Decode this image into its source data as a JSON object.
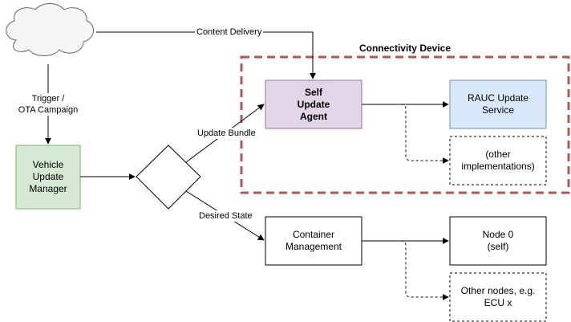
{
  "nodes": {
    "cloud": {
      "label": ""
    },
    "vehicle_update_manager": {
      "label": "Vehicle\nUpdate\nManager",
      "fill": "#d5e8d4",
      "stroke": "#82b366"
    },
    "decision": {
      "label": ""
    },
    "self_update_agent": {
      "label": "Self\nUpdate\nAgent",
      "fill": "#e1d5e7",
      "stroke": "#9673a6"
    },
    "rauc_update_service": {
      "label": "RAUC Update\nService",
      "fill": "#dae8fc",
      "stroke": "#6c8ebf"
    },
    "other_implementations": {
      "label": "(other\nimplementations)"
    },
    "container_management": {
      "label": "Container\nManagement"
    },
    "node0": {
      "label": "Node 0\n(self)"
    },
    "other_nodes": {
      "label": "Other nodes, e.g.\nECU x"
    }
  },
  "group": {
    "label": "Connectivity Device",
    "stroke": "#b85450"
  },
  "edges": {
    "content_delivery": "Content Delivery",
    "trigger": "Trigger /\nOTA Campaign",
    "update_bundle": "Update Bundle",
    "desired_state": "Desired State"
  }
}
